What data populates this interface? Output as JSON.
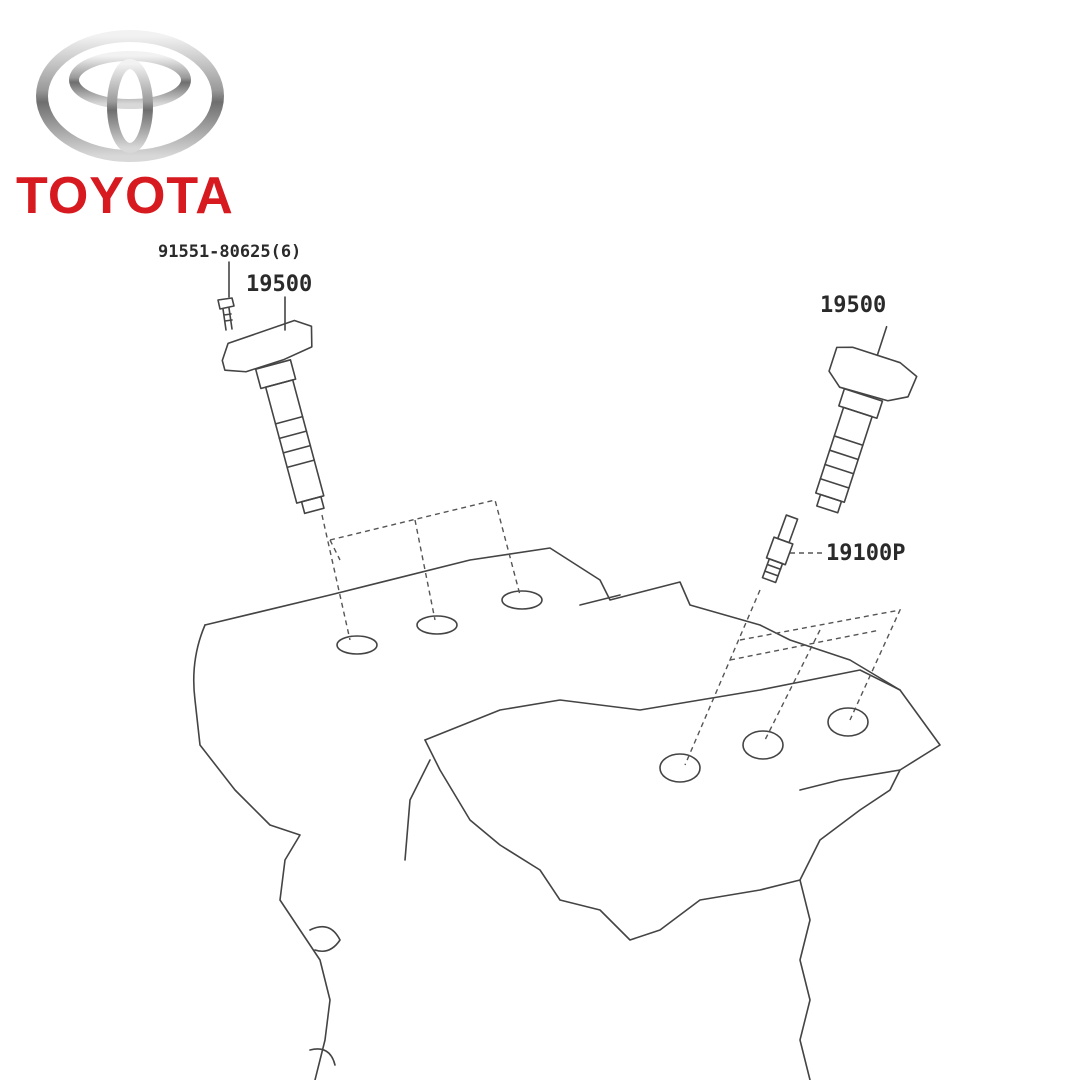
{
  "brand": {
    "name": "TOYOTA",
    "color": "#d71920",
    "logo_icon": "toyota-emblem-icon"
  },
  "callouts": {
    "bolt": "91551-80625(6)",
    "coil_left": "19500",
    "coil_right": "19500",
    "spark_plug": "19100P"
  }
}
